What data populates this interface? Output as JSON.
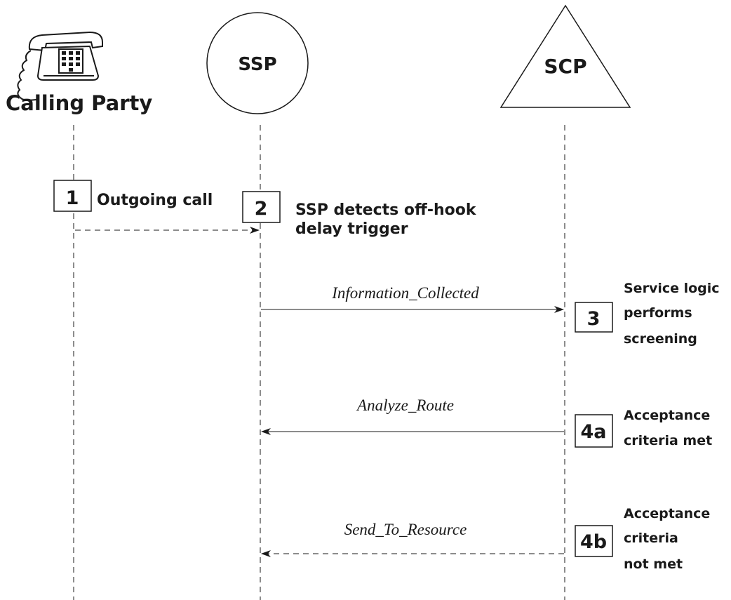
{
  "entities": {
    "calling_party": "Calling Party",
    "ssp": "SSP",
    "scp": "SCP"
  },
  "steps": {
    "s1": {
      "number": "1",
      "text": "Outgoing call"
    },
    "s2": {
      "number": "2",
      "line1": "SSP detects off-hook",
      "line2": "delay trigger"
    },
    "s3": {
      "number": "3",
      "line1": "Service logic",
      "line2": "performs",
      "line3": "screening"
    },
    "s4a": {
      "number": "4a",
      "line1": "Acceptance",
      "line2": "criteria met"
    },
    "s4b": {
      "number": "4b",
      "line1": "Acceptance",
      "line2": "criteria",
      "line3": "not met"
    }
  },
  "messages": {
    "information_collected": "Information_Collected",
    "analyze_route": "Analyze_Route",
    "send_to_resource": "Send_To_Resource"
  }
}
